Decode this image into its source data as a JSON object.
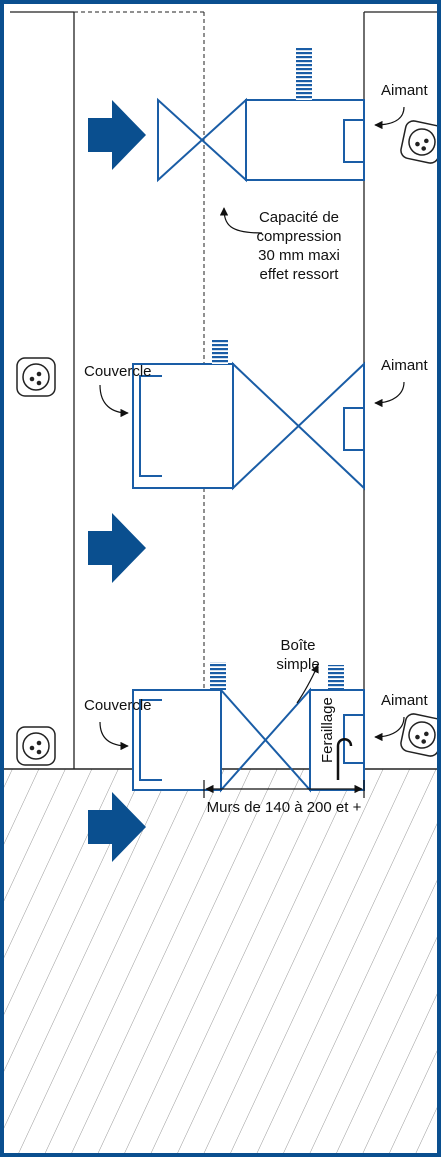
{
  "labels": {
    "aimant": "Aimant",
    "couvercle": "Couvercle",
    "capacite": [
      "Capacité de",
      "compression",
      "30 mm maxi",
      "effet ressort"
    ],
    "boite": [
      "Boîte",
      "simple"
    ],
    "feraillage": "Feraillage",
    "murs": "Murs de 140 à 200 et +"
  },
  "colors": {
    "frame": "#0a4f8f",
    "device": "#1a5da6",
    "arrow": "#0a4f8f",
    "line": "#222222"
  },
  "icons": [
    "arrow-right-icon",
    "power-outlet-icon",
    "curved-pointer-icon"
  ]
}
